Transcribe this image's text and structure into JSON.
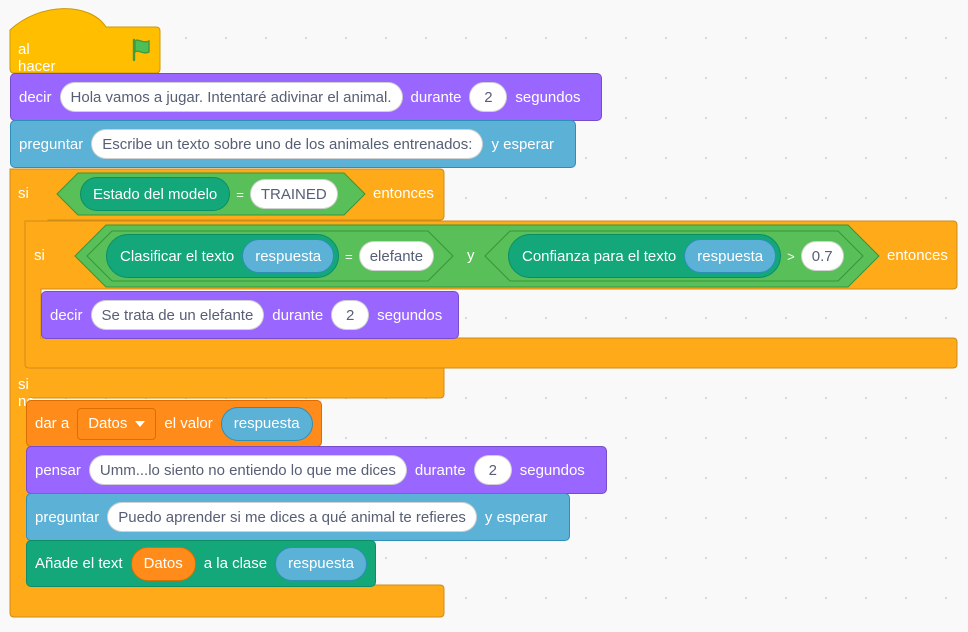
{
  "colors": {
    "events": "#ffbf00",
    "looks": "#9966ff",
    "sensing": "#5cb1d6",
    "control": "#ffab19",
    "operators": "#59c059",
    "variables": "#ff8c1a",
    "ml_extension": "#13a779",
    "flag": "#4cbf56"
  },
  "hat": {
    "label": "al hacer clic en",
    "icon": "green-flag-icon"
  },
  "say_intro": {
    "label": "decir",
    "message": "Hola vamos a jugar. Intentaré adivinar el animal.",
    "during": "durante",
    "seconds_value": "2",
    "seconds_label": "segundos"
  },
  "ask_intro": {
    "label": "preguntar",
    "question": "Escribe un texto sobre uno de los animales entrenados:",
    "wait_label": "y esperar"
  },
  "if_else": {
    "if_label": "si",
    "then_label": "entonces",
    "else_label": "si no",
    "condition": {
      "left_reporter": "Estado del modelo",
      "operator": "=",
      "right_value": "TRAINED"
    }
  },
  "inner_if": {
    "if_label": "si",
    "then_label": "entonces",
    "and_label": "y",
    "classify": {
      "reporter": "Clasificar el texto",
      "arg": "respuesta",
      "operator": "=",
      "value": "elefante"
    },
    "confidence": {
      "reporter": "Confianza para el texto",
      "arg": "respuesta",
      "operator": ">",
      "value": "0.7"
    }
  },
  "say_elephant": {
    "label": "decir",
    "message": "Se trata de un elefante",
    "during": "durante",
    "seconds_value": "2",
    "seconds_label": "segundos"
  },
  "set_var": {
    "label": "dar a",
    "variable": "Datos",
    "value_label": "el valor",
    "value_reporter": "respuesta"
  },
  "think": {
    "label": "pensar",
    "message": "Umm...lo siento no entiendo lo que me dices",
    "during": "durante",
    "seconds_value": "2",
    "seconds_label": "segundos"
  },
  "ask_learn": {
    "label": "preguntar",
    "question": "Puedo aprender si me dices a qué animal te refieres",
    "wait_label": "y esperar"
  },
  "add_training": {
    "label": "Añade el text",
    "text_reporter": "Datos",
    "class_label": "a la clase",
    "class_reporter": "respuesta"
  }
}
